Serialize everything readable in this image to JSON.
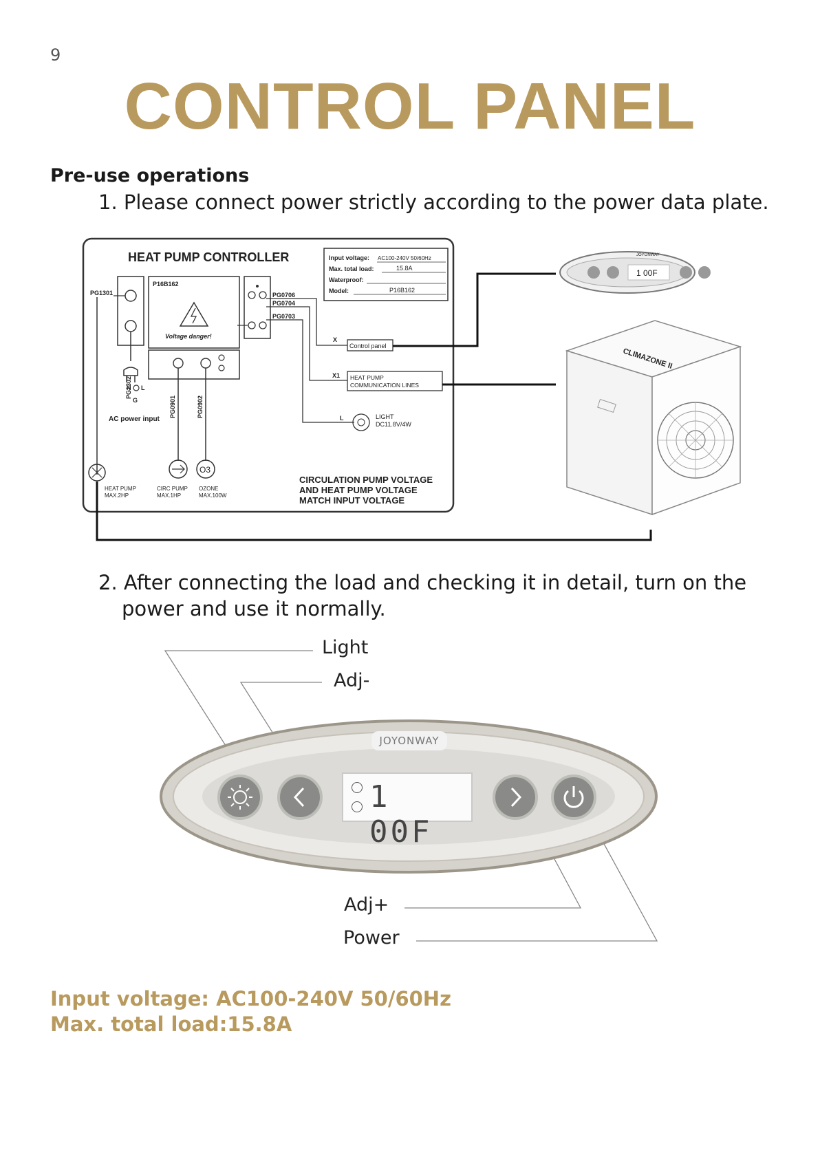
{
  "page_number": "9",
  "title": "CONTROL PANEL",
  "section_heading": "Pre-use operations",
  "steps": [
    "1. Please connect power strictly according to the power data plate.",
    "2. After connecting the load and checking it in detail, turn on the power and use it normally."
  ],
  "controller_diagram": {
    "title": "HEAT PUMP CONTROLLER",
    "plate": {
      "input_voltage_label": "Input voltage:",
      "input_voltage_value": "AC100-240V 50/60Hz",
      "max_load_label": "Max. total load:",
      "max_load_value": "15.8A",
      "waterproof_label": "Waterproof:",
      "model_label": "Model:",
      "model_value": "P16B162"
    },
    "board_label": "P16B162",
    "warning_text": "Voltage danger!",
    "ports": {
      "pg1301": "PG1301",
      "pg1302": "PG1302",
      "pg0706": "PG0706",
      "pg0704": "PG0704",
      "pg0703": "PG0703",
      "pg0901": "PG0901",
      "pg0902": "PG0902"
    },
    "plug_n": "N",
    "plug_l": "L",
    "plug_g": "G",
    "ac_input": "AC power input",
    "x_label": "X",
    "x1_label": "X1",
    "l_label": "L",
    "control_panel_label": "Control panel",
    "comm_line1": "HEAT PUMP",
    "comm_line2": "COMMUNICATION LINES",
    "light_line1": "LIGHT",
    "light_line2": "DC11.8V/4W",
    "heat_pump_label1": "HEAT PUMP",
    "heat_pump_label2": "MAX.2HP",
    "circ_pump_label1": "CIRC PUMP",
    "circ_pump_label2": "MAX.1HP",
    "ozone_label1": "OZONE",
    "ozone_label2": "MAX.100W",
    "ozone_symbol": "O3",
    "notice_line1": "CIRCULATION PUMP VOLTAGE",
    "notice_line2": "AND HEAT PUMP VOLTAGE",
    "notice_line3": "MATCH INPUT VOLTAGE",
    "small_panel_brand": "JOYONWAY",
    "small_panel_display": "1 00F",
    "heat_pump_brand": "CLIMAZONE II"
  },
  "panel": {
    "brand": "JOYONWAY",
    "display": "1 00F",
    "callouts": {
      "light": "Light",
      "adj_minus": "Adj-",
      "adj_plus": "Adj+",
      "power": "Power"
    }
  },
  "specs": {
    "voltage": "Input voltage: AC100-240V 50/60Hz",
    "load": "Max. total load:15.8A"
  },
  "colors": {
    "accent_gold": "#b89a5e",
    "line_dark": "#222222"
  }
}
